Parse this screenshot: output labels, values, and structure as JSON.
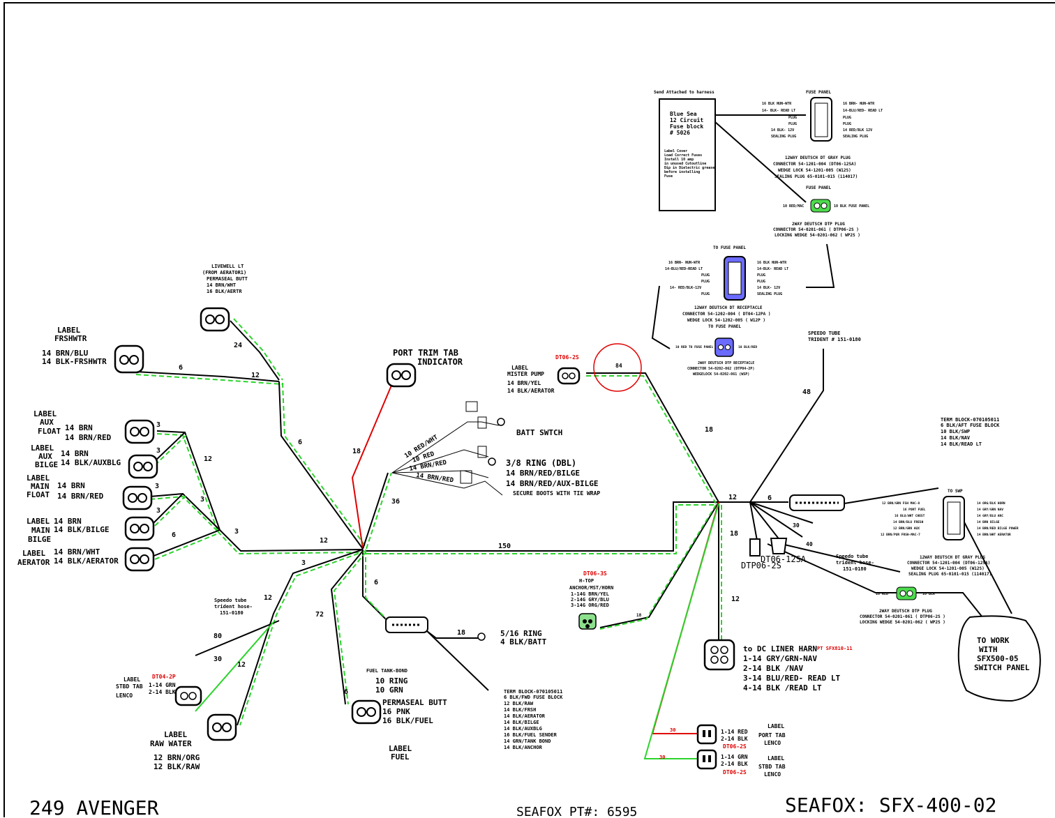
{
  "title_block": {
    "model": "249 AVENGER",
    "part_number": "SEAFOX PT#: 6595",
    "drawing_number": "SEAFOX: SFX-400-02"
  },
  "fuse_panel_note": {
    "header": "Send Attached to harness",
    "box_lines": [
      "Blue Sea",
      "12 Circuit",
      "Fuse block",
      "# 5026"
    ],
    "box_note": [
      "Label Cover",
      "Load Correct Fuses",
      "Install 10 amp",
      "in unused Cutoutline",
      "Dip in Dielectric grease",
      "before installing",
      "Fuse"
    ]
  },
  "fuse_panel_plug": {
    "title": "FUSE PANEL",
    "left_pins": [
      "16 BLK NUN-WTR",
      "14- BLK- READ LT",
      "PLUG",
      "PLUG",
      "14 BLK- 12V",
      "SEALING PLUG"
    ],
    "right_pins": [
      "16 BRN- NUN-WTR",
      "14-BLU/RED- READ LT",
      "PLUG",
      "PLUG",
      "14 RED/BLK 12V",
      "SEALING PLUG"
    ],
    "desc": [
      "12WAY DEUTSCH DT GRAY PLUG",
      "CONNECTOR 54-1201-004 (DT06-12SA)",
      "WEDGE LOCK 54-1201-005 (W12S)",
      "SEALING PLUG 65-0101-015 (114017)"
    ]
  },
  "fuse_panel_2way": {
    "title": "FUSE PANEL",
    "left": "10 RED/MAC",
    "right": "10 BLK FUSE PANEL",
    "desc": [
      "2WAY DEUTSCH DTP PLUG",
      "CONNECTOR 54-0201-061 ( DTP06-2S )",
      "LOCKING WEDGE 54-0201-062 ( WP2S )"
    ]
  },
  "to_fuse_panel": {
    "title": "TO FUSE PANEL",
    "left_pins": [
      "16 BRN- NUN-WTR",
      "14-BLU/RED-READ LT",
      "PLUG",
      "PLUG",
      "14- RED/BLK-12V",
      "PLUG"
    ],
    "right_pins": [
      "16 BLK NUN-WTR",
      "14-BLK- READ LT",
      "PLUG",
      "PLUG",
      "14 BLK- 12V",
      "SEALING PLUG"
    ],
    "desc": [
      "12WAY DEUTSCH DT RECEPTACLE",
      "CONNECTOR 54-1202-004 ( DT04-12PA )",
      "WEDGE LOCK 54-1202-005 ( W12P )",
      "TO FUSE PANEL"
    ],
    "two_way_left": "10 RED TO FUSE PANEL",
    "two_way_right": "10 BLK/RED",
    "two_way_desc": [
      "2WAY DEUTSCH DTP RECEPTACLE",
      "CONNECTOR 54-0202-062 (DTP04-2P)",
      "WEDGELOCK 54-0202-061 (WSP)"
    ]
  },
  "speedo_tube_top": [
    "SPEEDO TUBE",
    "TRIDENT # 151-0180"
  ],
  "term_block_right": [
    "TERM BLOCK-070105011",
    "6  BLK/AFT FUSE BLOCK",
    "10 BLK/SWP",
    "14 BLK/NAV",
    "14 BLK/READ LT"
  ],
  "to_swp": {
    "title": "TO SWP",
    "left_pins": [
      "12 BRN/GRN FSH MAC-8",
      "16 PORT FUEL",
      "16 BLU/WHT CHEST",
      "14 BRN/BLU FRESH",
      "12 BRN/GRN AUX",
      "12 BRN/PUR FRSH-MAC-7"
    ],
    "right_pins": [
      "14 ORG/BLK HORN",
      "14 GRY/GRN NAV",
      "14 GRY/BLU ANC",
      "14 BRN BILGE",
      "14 BRN/RED BILGE POWER",
      "14 BRN/WHT AERATOR"
    ],
    "desc": [
      "12WAY DEUTSCH DT GRAY PLUG",
      "CONNECTOR 54-1201-004 (DT06-12SA)",
      "WEDGE LOCK 54-1201-005 (W12S)",
      "SEALING PLUG 65-0101-015 (114017)"
    ]
  },
  "dtp_bottom": {
    "left": "10 RED",
    "right": "10 BLK",
    "desc": [
      "2WAY DEUTSCH DTP PLUG",
      "CONNECTOR 54-0201-061 ( DTP06-2S )",
      "LOCKING WEDGE 54-0201-062 ( WP2S )"
    ]
  },
  "speedo_tube_right": [
    "Speedo tube",
    "trident hose-",
    "151-0180"
  ],
  "to_work": [
    "TO WORK",
    "WITH",
    "SFX500-05",
    "SWITCH PANEL"
  ],
  "connector_labels": {
    "dtp06_2s": "DTP06-2S",
    "dt06_12sa": "DT06-12SA"
  },
  "livewell": [
    "LIVEWELL LT",
    "(FROM AERATOR1)",
    "PERMASEAL BUTT",
    "14 BRN/WHT",
    "16 BLK/AERTR"
  ],
  "frshwtr": [
    "LABEL",
    "FRSHWTR",
    "14 BRN/BLU",
    "14 BLK-FRSHWTR"
  ],
  "aux_float": {
    "label": [
      "LABEL",
      "AUX",
      "FLOAT"
    ],
    "wires": [
      "14 BRN",
      "14 BRN/RED"
    ]
  },
  "aux_bilge": {
    "label": [
      "LABEL",
      "AUX",
      "BILGE"
    ],
    "wires": [
      "14 BRN",
      "14 BLK/AUXBLG"
    ]
  },
  "main_float": {
    "label": [
      "LABEL",
      "MAIN",
      "FLOAT"
    ],
    "wires": [
      "14 BRN",
      "14 BRN/RED"
    ]
  },
  "main_bilge": {
    "label": [
      "LABEL",
      "MAIN",
      "BILGE"
    ],
    "wires": [
      "14 BRN",
      "14 BLK/BILGE"
    ]
  },
  "aerator": {
    "label": [
      "LABEL",
      "AERATOR"
    ],
    "wires": [
      "14 BRN/WHT",
      "14 BLK/AERATOR"
    ]
  },
  "port_trim": [
    "PORT TRIM TAB",
    "INDICATOR"
  ],
  "mister": {
    "code": "DT06-2S",
    "lines": [
      "LABEL",
      "MISTER PUMP",
      "14 BRN/YEL",
      "14 BLK/AERATOR"
    ]
  },
  "batt": {
    "switch": "BATT SWTCH",
    "ring": "3/8 RING (DBL)",
    "wires": [
      "14 BRN/RED/BILGE",
      "14 BRN/RED/AUX-BILGE"
    ],
    "note": "SECURE BOOTS WITH TIE WRAP",
    "fan": [
      "10 RED/WHT",
      "10 RED",
      "14 BRN/RED",
      "14 BRN/RED"
    ]
  },
  "ring_516": [
    "5/16 RING",
    "4 BLK/BATT"
  ],
  "term_block_bottom": [
    "TERM BLOCK-070105011",
    "6  BLK/FWD FUSE BLOCK",
    "12 BLK/RAW",
    "14 BLK/FRSH",
    "14 BLK/AERATOR",
    "14 BLK/BILGE",
    "14 BLK/AUXBLG",
    "16 BLK/FUEL SENDER",
    "14 GRN/TANK BOND",
    "14 BLK/ANCHOR"
  ],
  "fuel": {
    "bond": [
      "FUEL TANK-BOND",
      "10 RING",
      "10 GRN"
    ],
    "butt": [
      "PERMASEAL BUTT",
      "16 PNK",
      "16 BLK/FUEL"
    ],
    "label": [
      "LABEL",
      "FUEL"
    ]
  },
  "speedo_tube_left": [
    "Speedo tube",
    "trident hose-",
    "151-0180"
  ],
  "stbd_tab_left": {
    "code": "DT04-2P",
    "label": [
      "LABEL",
      "STBD TAB",
      "LENCO"
    ],
    "wires": [
      "1-14 GRN",
      "2-14 BLK"
    ]
  },
  "raw_water": [
    "LABEL",
    "RAW WATER",
    "12 BRN/ORG",
    "12 BLK/RAW"
  ],
  "htop": {
    "code": "DT06-3S",
    "lines": [
      "H-TOP",
      "ANCHOR/MST/HORN",
      "1-14G BRN/YEL",
      "2-14G GRY/BLU",
      "3-14G ORG/RED"
    ]
  },
  "dc_liner": {
    "title": "to DC LINER HARN",
    "pt": "PT SFX810-11",
    "wires": [
      "1-14 GRY/GRN-NAV",
      "2-14 BLK /NAV",
      "3-14 BLU/RED- READ LT",
      "4-14 BLK /READ LT"
    ]
  },
  "port_tab": {
    "wires": [
      "1-14 RED",
      "2-14 BLK"
    ],
    "code": "DT06-2S",
    "label": [
      "LABEL",
      "PORT TAB",
      "LENCO"
    ]
  },
  "stbd_tab_right": {
    "wires": [
      "1-14 GRN",
      "2-14 BLK"
    ],
    "code": "DT06-2S",
    "label": [
      "LABEL",
      "STBD TAB",
      "LENCO"
    ]
  },
  "lengths": {
    "l24": "24",
    "l6a": "6",
    "l12a": "12",
    "l6b": "6",
    "l3a": "3",
    "l3b": "3",
    "l12b": "12",
    "l3c": "3",
    "l3d": "3",
    "l3e": "3",
    "l6c": "6",
    "l3f": "3",
    "l12c": "12",
    "l18a": "18",
    "l36": "36",
    "l150": "150",
    "l3g": "3",
    "l12d": "12",
    "l6d": "6",
    "l72": "72",
    "l80": "80",
    "l30a": "30",
    "l12e": "12",
    "l18b": "18",
    "l6e": "6",
    "l84": "84",
    "l18c": "18",
    "l48": "48",
    "l12f": "12",
    "l6f": "6",
    "l30b": "30",
    "l40": "40",
    "l18d": "18",
    "l12g": "12",
    "l18e": "18",
    "l30c": "30",
    "l30d": "30"
  }
}
